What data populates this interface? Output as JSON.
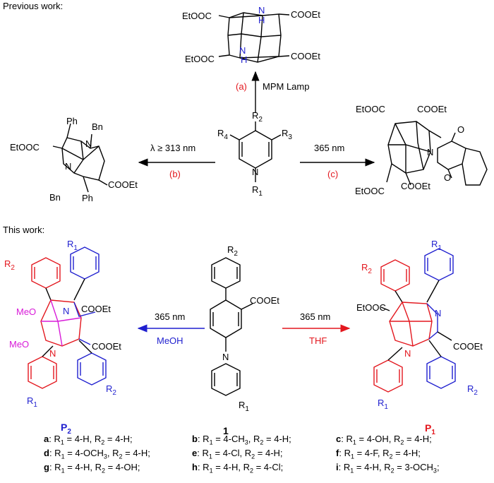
{
  "headings": {
    "previous": "Previous work:",
    "this": "This work:"
  },
  "colors": {
    "black": "#000000",
    "red": "#e3171e",
    "blue": "#1f1fcf",
    "magenta": "#d81bd8"
  },
  "top": {
    "cage_a": {
      "s1": "EtOOC",
      "s2": "COOEt",
      "s3": "EtOOC",
      "s4": "COOEt",
      "n1": "N",
      "n1h": "H",
      "n2": "N",
      "n2h": "H"
    },
    "arrow_a": {
      "tag": "(a)",
      "text": "MPM Lamp"
    },
    "start": {
      "r1": "R",
      "r1s": "1",
      "r2": "R",
      "r2s": "2",
      "r3": "R",
      "r3s": "3",
      "r4": "R",
      "r4s": "4",
      "n": "N"
    },
    "arrow_b": {
      "text": "λ ≥ 313 nm",
      "tag": "(b)"
    },
    "prod_b": {
      "ph1": "Ph",
      "bn1": "Bn",
      "ester1": "EtOOC",
      "n1": "N",
      "n2": "N",
      "ester2": "COOEt",
      "bn2": "Bn",
      "ph2": "Ph"
    },
    "arrow_c": {
      "text": "365 nm",
      "tag": "(c)"
    },
    "prod_c": {
      "e1": "EtOOC",
      "e2": "COOEt",
      "e3": "EtOOC",
      "e4": "COOEt",
      "n": "N",
      "o1": "O",
      "o2": "O"
    }
  },
  "bottom": {
    "p2": {
      "r1a": "R",
      "r1as": "1",
      "r2a": "R",
      "r2as": "2",
      "meo1": "MeO",
      "meo2": "MeO",
      "n1": "N",
      "n2": "N",
      "ester1": "COOEt",
      "ester2": "COOEt",
      "r1b": "R",
      "r1bs": "1",
      "r2b": "R",
      "r2bs": "2",
      "label": "P",
      "label_sub": "2"
    },
    "arrow_left": {
      "top": "365 nm",
      "bottom": "MeOH"
    },
    "center": {
      "r2": "R",
      "r2s": "2",
      "ester": "COOEt",
      "n": "N",
      "r1": "R",
      "r1s": "1",
      "label": "1"
    },
    "arrow_right": {
      "top": "365 nm",
      "bottom": "THF"
    },
    "p1": {
      "r1a": "R",
      "r1as": "1",
      "r2a": "R",
      "r2as": "2",
      "ester1": "EtOOC",
      "ester2": "COOEt",
      "n1": "N",
      "n2": "N",
      "r1b": "R",
      "r1bs": "1",
      "r2b": "R",
      "r2bs": "2",
      "label": "P",
      "label_sub": "1"
    }
  },
  "compounds": [
    [
      "a",
      ": R",
      "1",
      " = 4-H, R",
      "2",
      " = 4-H;"
    ],
    [
      "b",
      ": R",
      "1",
      " = 4-CH",
      "3",
      ", R",
      "2",
      " = 4-H;"
    ],
    [
      "c",
      ": R",
      "1",
      " = 4-OH, R",
      "2",
      " = 4-H;"
    ],
    [
      "d",
      ": R",
      "1",
      " = 4-OCH",
      "3",
      ", R",
      "2",
      " = 4-H;"
    ],
    [
      "e",
      ": R",
      "1",
      " = 4-Cl, R",
      "2",
      " = 4-H;"
    ],
    [
      "f",
      ": R",
      "1",
      " = 4-F, R",
      "2",
      " = 4-H;"
    ],
    [
      "g",
      ": R",
      "1",
      " = 4-H, R",
      "2",
      " = 4-OH;"
    ],
    [
      "h",
      ": R",
      "1",
      " = 4-H, R",
      "2",
      " = 4-Cl;"
    ],
    [
      "i",
      ": R",
      "1",
      " = 4-H, R",
      "2",
      " = 3-OCH",
      "3",
      ";"
    ]
  ]
}
